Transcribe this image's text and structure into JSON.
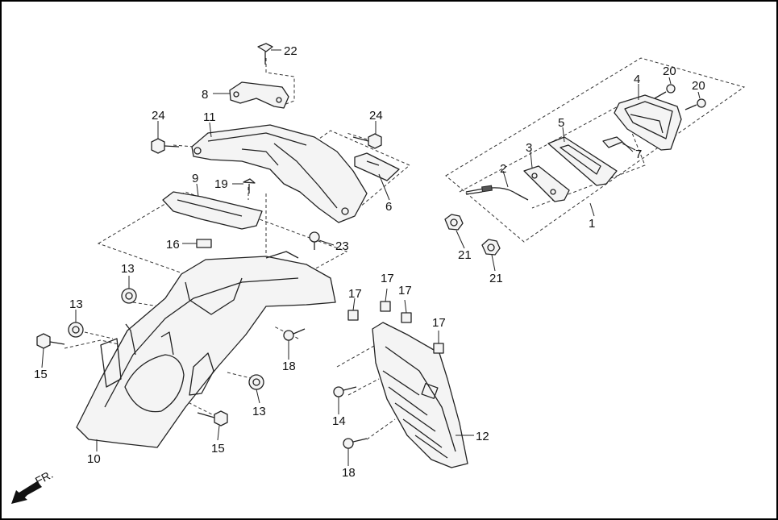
{
  "diagram": {
    "callouts": {
      "c1": "1",
      "c2": "2",
      "c3": "3",
      "c4": "4",
      "c5": "5",
      "c6": "6",
      "c7": "7",
      "c8": "8",
      "c9": "9",
      "c10": "10",
      "c11": "11",
      "c12": "12",
      "c13a": "13",
      "c13b": "13",
      "c13c": "13",
      "c14": "14",
      "c15a": "15",
      "c15b": "15",
      "c16": "16",
      "c17a": "17",
      "c17b": "17",
      "c17c": "17",
      "c17d": "17",
      "c18a": "18",
      "c18b": "18",
      "c19": "19",
      "c20a": "20",
      "c20b": "20",
      "c21a": "21",
      "c21b": "21",
      "c22": "22",
      "c23": "23",
      "c24a": "24",
      "c24b": "24"
    },
    "front_label": "FR.",
    "colors": {
      "ink": "#222222",
      "background": "#ffffff",
      "frame": "#000000"
    }
  }
}
